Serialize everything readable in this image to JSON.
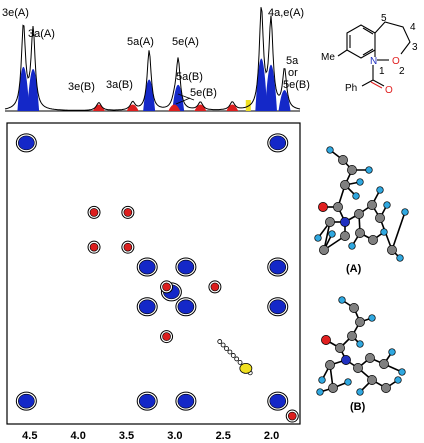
{
  "spectrum_labels": {
    "a": "3e(A)",
    "b": "3a(A)",
    "c": "3e(B)",
    "d": "3a(B)",
    "e": "5a(A)",
    "f": "5e(A)",
    "g": "5a(B)",
    "h": "5e(B)",
    "i": "4a,e(A)",
    "j1": "5a",
    "j2": "or",
    "j3": "5e(B)"
  },
  "structure_labels": {
    "n5": "5",
    "n4": "4",
    "n3": "3",
    "n2": "2",
    "n1": "1",
    "o": "O",
    "n": "N",
    "me": "Me",
    "ph": "Ph",
    "co": "O"
  },
  "conformer_labels": {
    "a": "(A)",
    "b": "(B)"
  },
  "axis": {
    "ticks": [
      "4.5",
      "4.0",
      "3.5",
      "3.0",
      "2.5",
      "2.0"
    ],
    "tick_values": [
      4.5,
      4.0,
      3.5,
      3.0,
      2.5,
      2.0
    ],
    "xlim": [
      4.75,
      1.72
    ]
  },
  "colors": {
    "conformer_a": "#1428c8",
    "conformer_b": "#dc1e1e",
    "overlap": "#f0e020",
    "contour": "#000000",
    "oxygen": "#e02020",
    "nitrogen": "#2030c0",
    "carbon": "#808080",
    "hydrogen": "#30a8e0"
  },
  "peaks_a": [
    4.58,
    4.48,
    3.28,
    2.98,
    2.12,
    2.02,
    1.88
  ],
  "peaks_b": [
    3.8,
    3.45,
    3.02,
    2.75,
    2.42
  ],
  "cross_peaks_a": [
    [
      4.55,
      4.55
    ],
    [
      4.55,
      1.95
    ],
    [
      1.95,
      4.55
    ],
    [
      3.3,
      3.3
    ],
    [
      3.3,
      2.9
    ],
    [
      2.9,
      3.3
    ],
    [
      2.9,
      2.9
    ],
    [
      1.95,
      1.95
    ],
    [
      3.3,
      1.95
    ],
    [
      1.95,
      3.3
    ],
    [
      2.9,
      1.95
    ],
    [
      1.95,
      2.9
    ],
    [
      3.05,
      3.05
    ]
  ],
  "cross_peaks_b": [
    [
      3.85,
      3.5
    ],
    [
      3.5,
      3.85
    ],
    [
      3.85,
      3.85
    ],
    [
      3.5,
      3.5
    ],
    [
      1.8,
      1.8
    ],
    [
      3.1,
      3.1
    ],
    [
      2.6,
      3.1
    ],
    [
      3.1,
      2.6
    ]
  ]
}
